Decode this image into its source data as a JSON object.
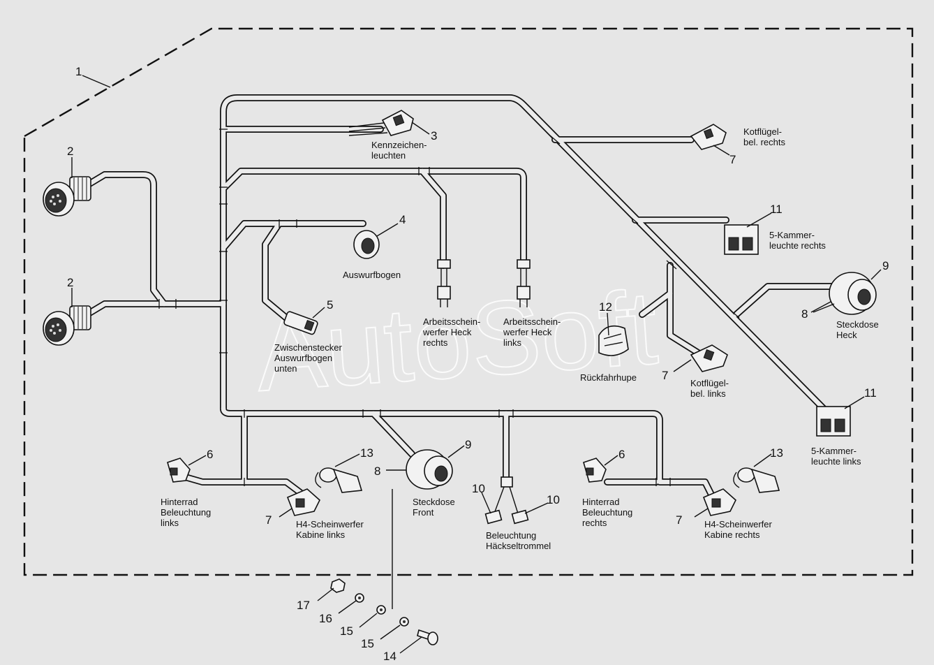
{
  "callouts": {
    "c1": "1",
    "c2a": "2",
    "c2b": "2",
    "c3": "3",
    "c4": "4",
    "c5": "5",
    "c6l": "6",
    "c6r": "6",
    "c7a": "7",
    "c7b": "7",
    "c7c": "7",
    "c7d": "7",
    "c8a": "8",
    "c8b": "8",
    "c9a": "9",
    "c9b": "9",
    "c10a": "10",
    "c10b": "10",
    "c11a": "11",
    "c11b": "11",
    "c12": "12",
    "c13a": "13",
    "c13b": "13",
    "c14": "14",
    "c15a": "15",
    "c15b": "15",
    "c16": "16",
    "c17": "17"
  },
  "labels": {
    "kennzeichen_1": "Kennzeichen-",
    "kennzeichen_2": "leuchten",
    "kotfluegel_rechts_1": "Kotflügel-",
    "kotfluegel_rechts_2": "bel. rechts",
    "kammer_rechts_1": "5-Kammer-",
    "kammer_rechts_2": "leuchte rechts",
    "auswurfbogen": "Auswurfbogen",
    "arbeits_rechts_1": "Arbeitsschein-",
    "arbeits_rechts_2": "werfer Heck",
    "arbeits_rechts_3": "rechts",
    "arbeits_links_1": "Arbeitsschein-",
    "arbeits_links_2": "werfer Heck",
    "arbeits_links_3": "links",
    "steckdose_heck_1": "Steckdose",
    "steckdose_heck_2": "Heck",
    "zwischen_1": "Zwischenstecker",
    "zwischen_2": "Auswurfbogen",
    "zwischen_3": "unten",
    "rueckfahr": "Rückfahrhupe",
    "kotfluegel_links_1": "Kotflügel-",
    "kotfluegel_links_2": "bel. links",
    "kammer_links_1": "5-Kammer-",
    "kammer_links_2": "leuchte links",
    "hinterrad_links_1": "Hinterrad",
    "hinterrad_links_2": "Beleuchtung",
    "hinterrad_links_3": "links",
    "h4_links_1": "H4-Scheinwerfer",
    "h4_links_2": "Kabine links",
    "steckdose_front_1": "Steckdose",
    "steckdose_front_2": "Front",
    "haecksel_1": "Beleuchtung",
    "haecksel_2": "Häckseltrommel",
    "hinterrad_rechts_1": "Hinterrad",
    "hinterrad_rechts_2": "Beleuchtung",
    "hinterrad_rechts_3": "rechts",
    "h4_rechts_1": "H4-Scheinwerfer",
    "h4_rechts_2": "Kabine rechts"
  },
  "watermark": "AutoSoft",
  "colors": {
    "background": "#e6e6e6",
    "line": "#111111"
  }
}
